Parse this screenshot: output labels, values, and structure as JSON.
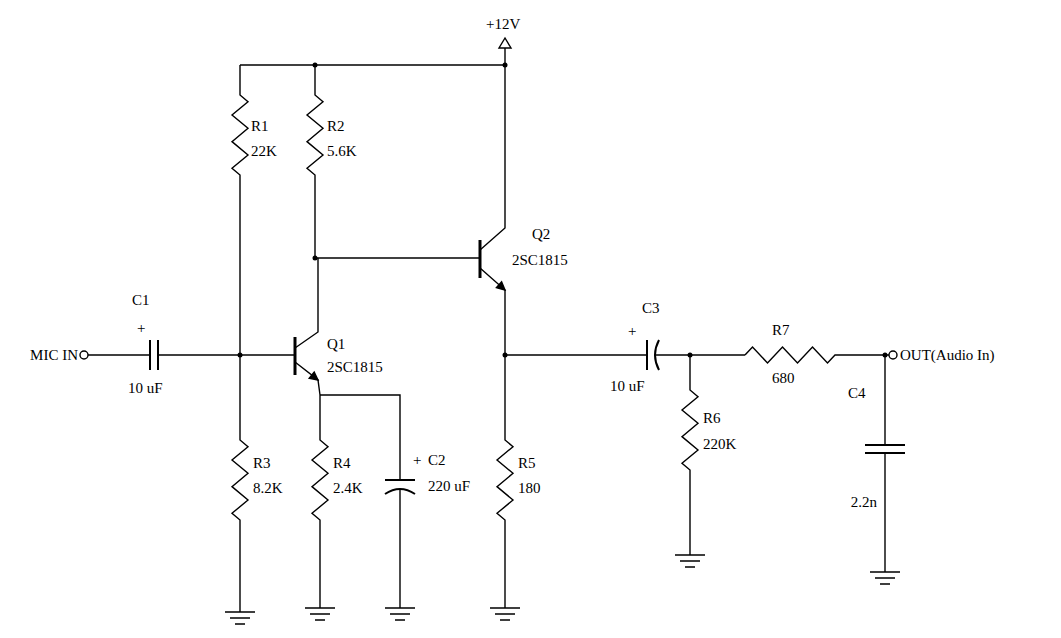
{
  "diagram": {
    "labels": [
      "+12V",
      "R1",
      "22K",
      "R2",
      "5.6K",
      "Q2",
      "2SC1815",
      "C1",
      "+",
      "MIC IN",
      "10 uF",
      "Q1",
      "2SC1815",
      "R3",
      "8.2K",
      "R4",
      "2.4K",
      "+",
      "C2",
      "220 uF",
      "R5",
      "180",
      "C3",
      "+",
      "10 uF",
      "R7",
      "680",
      "OUT(Audio In)",
      "R6",
      "220K",
      "C4",
      "2.2n"
    ]
  }
}
